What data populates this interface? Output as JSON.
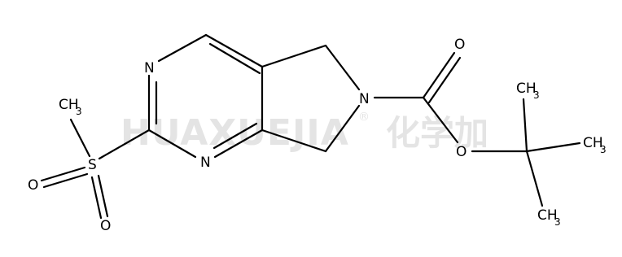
{
  "watermark": {
    "latin": "HUAXUEJIA",
    "registered": "®",
    "chinese": "化学加"
  },
  "atoms": {
    "n_top": "N",
    "n_bottom": "N",
    "n_ring": "N",
    "s": "S",
    "o_s_left": "O",
    "o_s_bottom": "O",
    "o_carbonyl": "O",
    "o_ester": "O",
    "ch3_s": {
      "main": "CH",
      "sub": "3"
    },
    "ch3_top": {
      "main": "CH",
      "sub": "3"
    },
    "ch3_right": {
      "main": "CH",
      "sub": "3"
    },
    "ch3_bottom": {
      "main": "CH",
      "sub": "3"
    }
  },
  "colors": {
    "bond": "#000000",
    "watermark": "#e4e4e4"
  }
}
